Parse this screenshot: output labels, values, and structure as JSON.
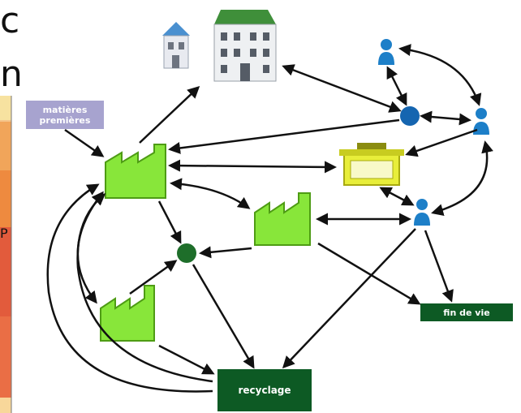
{
  "labels": {
    "matieres_premieres_line1": "matières",
    "matieres_premieres_line2": "premières",
    "fin_de_vie": "fin de vie",
    "recyclage": "recyclage"
  },
  "clipped_text": {
    "top_left_1": "c",
    "top_left_2": "n",
    "side_p": "P"
  },
  "colors": {
    "factory_green": "#88e63a",
    "factory_outline": "#4e9c14",
    "dark_green": "#0d5a24",
    "mid_green": "#1e6e2a",
    "person_blue": "#1d7fc8",
    "hub_blue": "#1565b0",
    "store_yellow": "#e8ee3a",
    "matieres_box": "#a7a3cf",
    "arrow": "#111111"
  },
  "icons": [
    "house-icon",
    "building-icon",
    "factory-icon",
    "person-icon",
    "store-icon",
    "hub-node-icon"
  ]
}
